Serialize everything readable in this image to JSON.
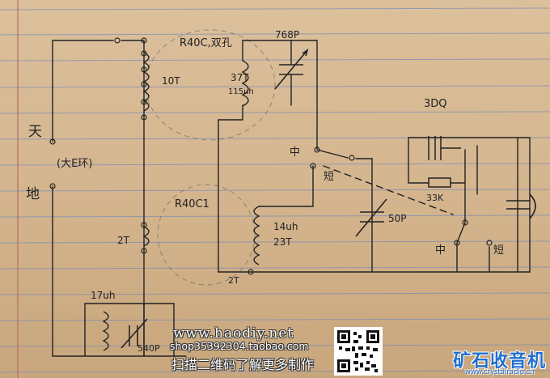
{
  "labels": {
    "r40c_top": "R40C,双孔",
    "coil_10t": "10T",
    "coil_37t": "37T",
    "coil_115uh": "115uh",
    "cap_768p": "768P",
    "tian": "天",
    "di": "地",
    "da_huan": "(大E环)",
    "zhong_top": "中",
    "duan_top": "短",
    "r40c_bottom": "R40C1",
    "coil_14uh": "14uh",
    "coil_23t": "23T",
    "cap_50p": "50P",
    "transistor": "3DQ",
    "resistor_33k": "33K",
    "zhong_bottom": "中",
    "duan_bottom": "短",
    "coil_2t_upper": "2T",
    "coil_2t_lower": "2T",
    "coil_17uh": "17uh",
    "cap_540p": "540P"
  },
  "watermark": {
    "url": "www.haodiy.net",
    "shop": "shop35392304.taobao.com",
    "scan": "扫描二维码了解更多制作",
    "logo": "矿石收音机",
    "logo_url": "www.crystalradio.cn"
  },
  "colors": {
    "ink": "#222222",
    "paper": "#d7b995",
    "rule": "#7d8db5",
    "margin": "#b06f66"
  }
}
